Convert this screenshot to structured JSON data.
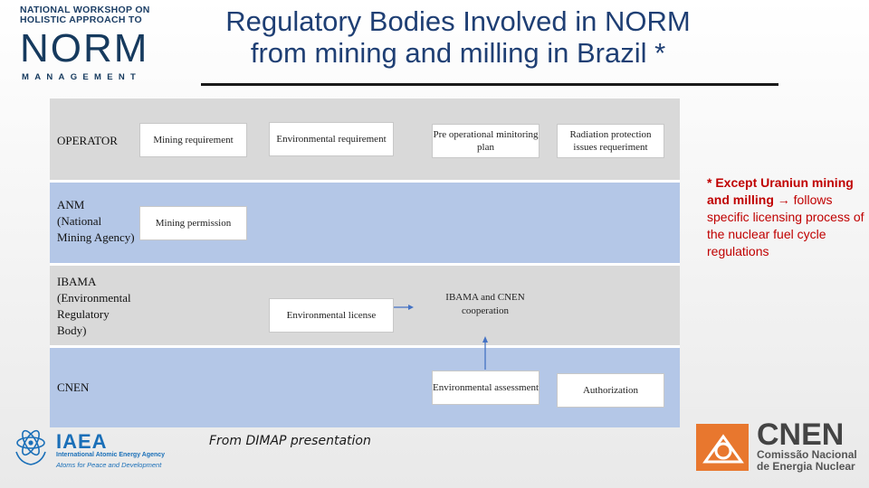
{
  "logos": {
    "norm": {
      "line1": "NATIONAL WORKSHOP ON",
      "line2": "HOLISTIC APPROACH TO",
      "word": "NORM",
      "sub": "MANAGEMENT",
      "colors": {
        "text": "#163a5e",
        "accent": "#1aa6a6"
      }
    },
    "iaea": {
      "name": "IAEA",
      "full": "International Atomic Energy Agency",
      "motto": "Atoms for Peace and Development",
      "color": "#1a6fb8"
    },
    "cnen": {
      "name": "CNEN",
      "sub_line1": "Comissão Nacional",
      "sub_line2": "de Energia Nuclear",
      "icon_color": "#e8772e"
    }
  },
  "title": {
    "line1": "Regulatory Bodies Involved in NORM",
    "line2": "from mining and milling in Brazil *"
  },
  "diagram": {
    "colors": {
      "gray_band": "#d9d9d9",
      "blue_band": "#b4c7e7",
      "arrow": "#4472c4"
    },
    "operator": {
      "label": "OPERATOR",
      "boxes": [
        "Mining requirement",
        "Environmental requirement",
        "Pre operational minitoring plan",
        "Radiation protection issues requeriment"
      ]
    },
    "anm": {
      "label_l1": "ANM",
      "label_l2": "(National",
      "label_l3": "Mining Agency)",
      "box": "Mining permission"
    },
    "ibama": {
      "label_l1": "IBAMA",
      "label_l2": "(Environmental",
      "label_l3": "Regulatory",
      "label_l4": "Body)",
      "box": "Environmental license",
      "coop": "IBAMA and CNEN cooperation"
    },
    "cnen": {
      "label": "CNEN",
      "boxes": [
        "Environmental assessment",
        "Authorization"
      ]
    }
  },
  "note": {
    "bold": "* Except Uraniun mining and milling",
    "arrow": "→",
    "rest": "follows specific licensing process of the nuclear fuel cycle regulations"
  },
  "caption": "From DIMAP presentation"
}
